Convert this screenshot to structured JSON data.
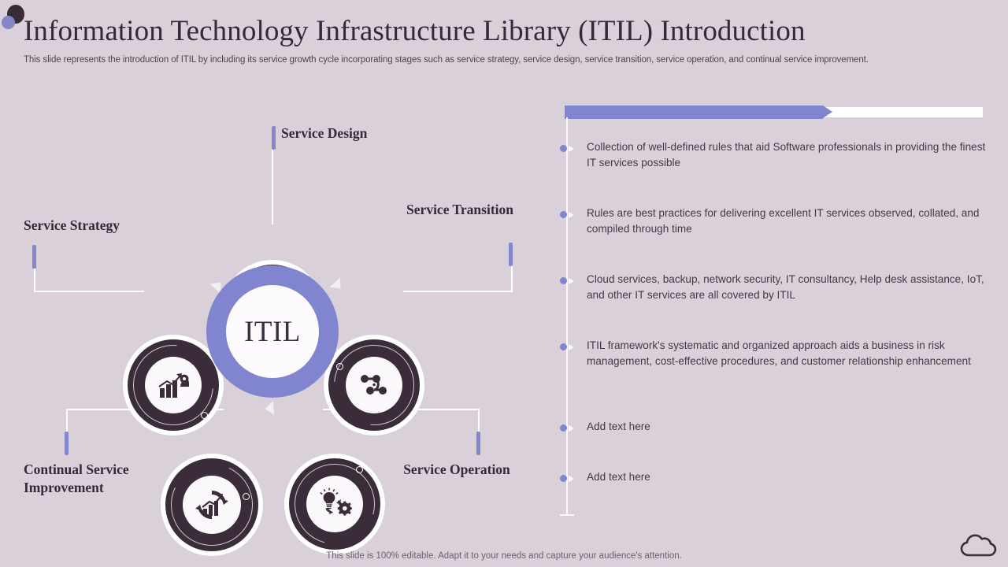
{
  "header": {
    "title": "Information Technology Infrastructure Library (ITIL) Introduction",
    "subtitle": "This slide represents the introduction of ITIL by including its service growth cycle incorporating stages such as service strategy, service design, service transition, service operation, and continual service improvement."
  },
  "diagram": {
    "center_label": "ITIL",
    "nodes": [
      {
        "id": "service-design",
        "label": "Service Design",
        "icon": "lightbulb-gear-icon"
      },
      {
        "id": "service-transition",
        "label": "Service Transition",
        "icon": "network-nodes-icon"
      },
      {
        "id": "service-strategy",
        "label": "Service Strategy",
        "icon": "growth-chart-chess-icon"
      },
      {
        "id": "service-operation",
        "label": "Service Operation",
        "icon": "lightbulb-gear-cycle-icon"
      },
      {
        "id": "continual-improvement",
        "label": "Continual Service Improvement",
        "icon": "cycle-growth-chart-icon"
      }
    ]
  },
  "details": {
    "bullets": [
      "Collection of well-defined rules that aid Software professionals in providing the finest IT services possible",
      "Rules are best practices for delivering excellent IT services observed, collated, and compiled through time",
      "Cloud services, backup, network security, IT consultancy, Help desk assistance, IoT, and other IT services are all covered by ITIL",
      "ITIL framework's systematic and organized approach aids a business in risk management, cost-effective procedures, and customer relationship enhancement",
      "Add text here",
      "Add text here"
    ]
  },
  "footer": {
    "note": "This slide is 100% editable. Adapt it to your needs and capture your audience's attention.",
    "logo": "cloud-icon"
  },
  "colors": {
    "background": "#d9d0d9",
    "accent_purple": "#8184cf",
    "node_dark": "#3a2d39",
    "text_dark": "#35293a"
  }
}
